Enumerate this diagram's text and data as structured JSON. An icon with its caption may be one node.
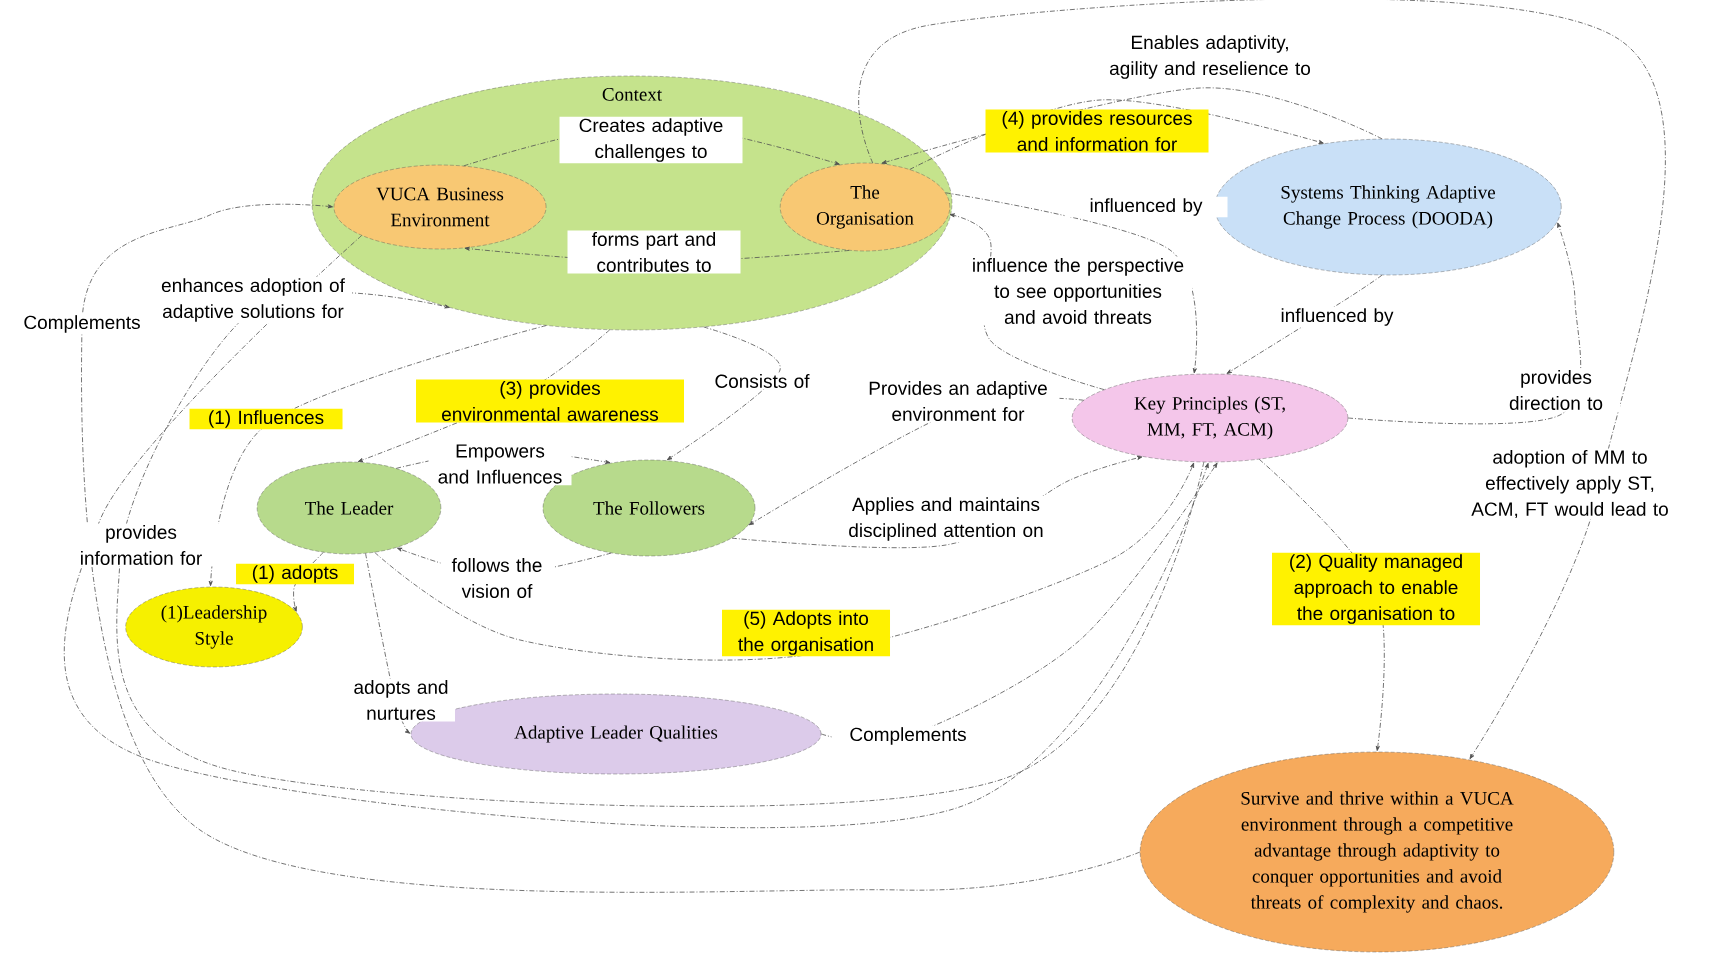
{
  "diagram": {
    "nodes": [
      {
        "text": [
          "Context"
        ]
      },
      {
        "text": [
          "VUCA Business Environment"
        ],
        "in": 0
      },
      {
        "text": [
          "The Organisation"
        ],
        "in": 0
      },
      {
        "text": [
          "Systems Thinking Adaptive Change Process (DOODA)"
        ]
      },
      {
        "text": [
          "Key Principles (ST, MM, FT, ACM)"
        ]
      },
      {
        "text": [
          "The Leader"
        ]
      },
      {
        "text": [
          "The Followers"
        ]
      },
      {
        "text": [
          "(1)Leadership Style"
        ]
      },
      {
        "text": [
          "Adaptive Leader Qualities"
        ]
      },
      {
        "text": [
          "Survive and thrive within a VUCA environment through a competitive advantage through adaptivity to conquer opportunities and avoid threats of complexity and chaos."
        ]
      }
    ],
    "edges": [
      {
        "from": 1,
        "to": 2,
        "arrow": "to",
        "label": "Creates adaptive challenges to",
        "style": "dashed"
      },
      {
        "from": 2,
        "to": 1,
        "arrow": "to",
        "label": "forms part and contributes to",
        "style": "dashed"
      },
      {
        "from": 3,
        "to": 2,
        "arrow": "to",
        "label": "Enables adaptivity, agility and reselience to",
        "style": "dashed"
      },
      {
        "from": 2,
        "to": 3,
        "arrow": "to",
        "label": "(4) provides resources and information for",
        "style": "dashed"
      },
      {
        "from": 2,
        "to": 4,
        "arrow": "to",
        "label": "influenced by",
        "style": "dashed"
      },
      {
        "from": 3,
        "to": 4,
        "arrow": "to",
        "label": "influenced by",
        "style": "dashed"
      },
      {
        "from": 4,
        "to": 2,
        "arrow": "to",
        "label": "influence the perspective to see opportunities and avoid threats",
        "style": "dashed"
      },
      {
        "from": 4,
        "to": 3,
        "arrow": "to",
        "label": "provides direction to",
        "style": "dashed"
      },
      {
        "from": 4,
        "to": 9,
        "arrow": "to",
        "label": "(2) Quality managed approach to enable the organisation to",
        "style": "dashed"
      },
      {
        "from": 2,
        "to": 9,
        "arrow": "to",
        "label": "adoption of MM to effectively apply ST, ACM, FT would lead to",
        "style": "dashed"
      },
      {
        "from": 0,
        "to": 6,
        "arrow": "to",
        "label": "Consists of",
        "style": "dashed"
      },
      {
        "from": 0,
        "to": 5,
        "arrow": "to",
        "label": "(3) provides environmental awareness",
        "style": "dashed"
      },
      {
        "from": 0,
        "to": 7,
        "arrow": "to",
        "label": "(1) Influences",
        "style": "dashed"
      },
      {
        "from": 5,
        "to": 6,
        "arrow": "to",
        "label": "Empowers and Influences",
        "style": "dashed"
      },
      {
        "from": 6,
        "to": 5,
        "arrow": "to",
        "label": "follows the vision of",
        "style": "dashed"
      },
      {
        "from": 5,
        "to": 7,
        "arrow": "to",
        "label": "(1) adopts",
        "style": "dashed"
      },
      {
        "from": 5,
        "to": 8,
        "arrow": "to",
        "label": "adopts and nurtures",
        "style": "dashed"
      },
      {
        "from": 8,
        "to": 4,
        "arrow": "to",
        "label": "Complements",
        "style": "dashed"
      },
      {
        "from": 6,
        "to": 4,
        "arrow": "to",
        "label": "Applies and maintains disciplined attention on",
        "style": "dashed"
      },
      {
        "from": 4,
        "to": 6,
        "arrow": "to",
        "label": "Provides an adaptive environment for",
        "style": "dashed"
      },
      {
        "from": 5,
        "to": 4,
        "arrow": "to",
        "label": "(5) Adopts into the organisation",
        "style": "dashed"
      },
      {
        "from": 9,
        "to": 1,
        "arrow": "to",
        "label": "Complements",
        "style": "dashed"
      },
      {
        "from": 4,
        "to": 0,
        "arrow": "to",
        "label": "enhances adoption of adaptive solutions for",
        "style": "dashed"
      },
      {
        "from": 1,
        "to": 4,
        "arrow": "to",
        "label": "provides information for",
        "style": "dashed"
      }
    ]
  }
}
